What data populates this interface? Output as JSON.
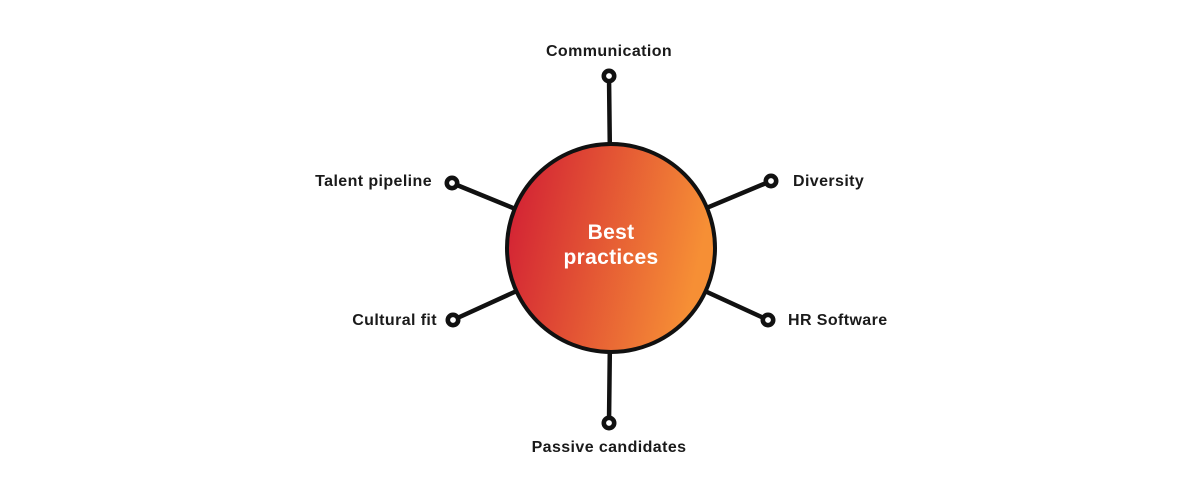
{
  "diagram": {
    "title": "Best practices hub diagram",
    "center": {
      "label": "Best practices"
    },
    "nodes": [
      {
        "label": "Communication",
        "position": "top"
      },
      {
        "label": "Diversity",
        "position": "top-right"
      },
      {
        "label": "HR Software",
        "position": "bottom-right"
      },
      {
        "label": "Passive candidates",
        "position": "bottom"
      },
      {
        "label": "Cultural fit",
        "position": "bottom-left"
      },
      {
        "label": "Talent pipeline",
        "position": "top-left"
      }
    ],
    "colors": {
      "gradient_start": "#D01A34",
      "gradient_end": "#F68F35",
      "line_stroke": "#111111",
      "label_text": "#1A1A1A",
      "center_text": "#FFFFFF",
      "background": "#FFFFFF"
    }
  }
}
